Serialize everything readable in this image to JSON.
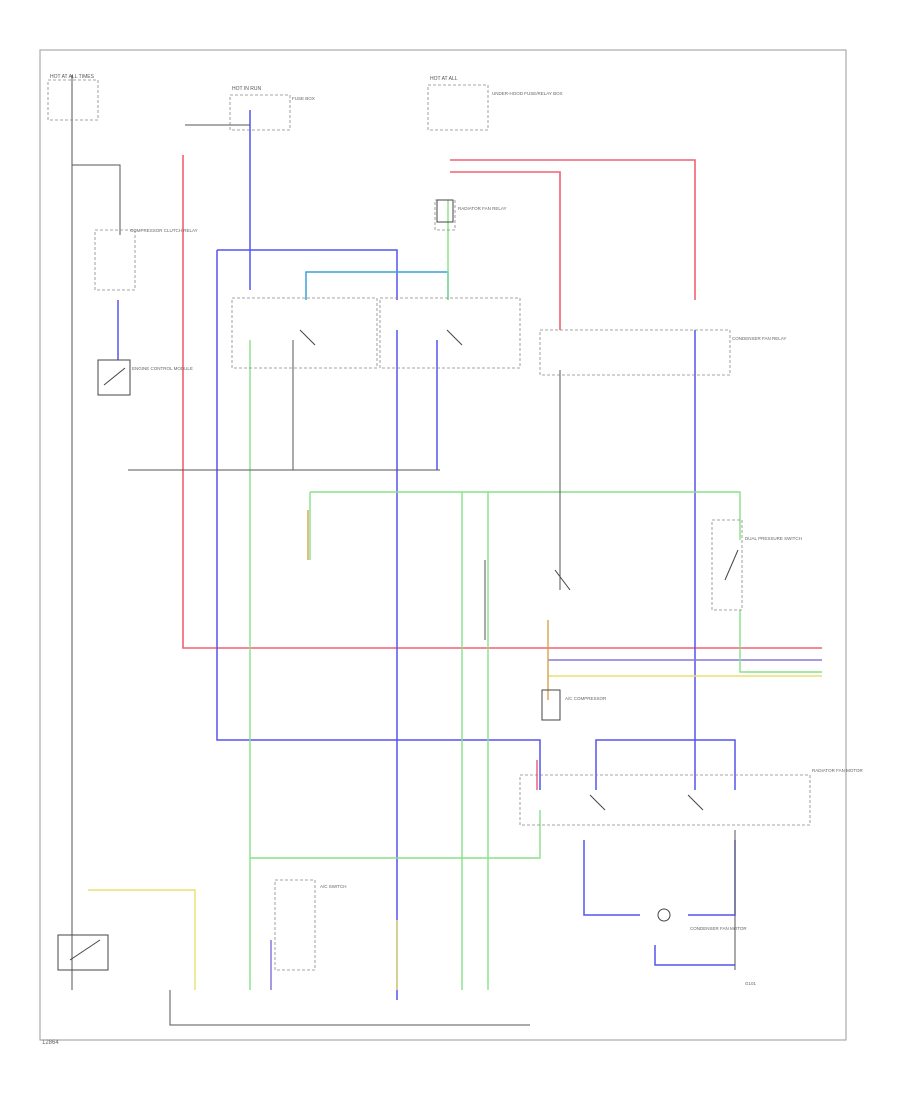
{
  "colors": {
    "frame": "#9a9a9a",
    "black_wire": "#444444",
    "dashed": "#777777",
    "red_wire": "#f06070",
    "pink_wire": "#e05a7a",
    "blue_wire": "#5555ee",
    "light_blue_wire": "#3aa0d8",
    "green_wire": "#88e088",
    "yellow_wire": "#e8e070",
    "orange_wire": "#d8a24a",
    "violet_wire": "#8a78d8"
  },
  "labels": {
    "hot_at_all_times_left": "HOT AT ALL TIMES",
    "hot_in_run": "HOT IN RUN",
    "hot_at_all_times_top": "HOT AT ALL",
    "fuse_box_1": "FUSE BOX",
    "fuse_box_2": "UNDER-HOOD FUSE/RELAY BOX",
    "compressor_clutch_relay": "COMPRESSOR CLUTCH RELAY",
    "fan_control_relay": "CONDENSER FAN RELAY",
    "radiator_fan_relay": "RADIATOR FAN RELAY",
    "engine_ecm": "ENGINE CONTROL MODULE",
    "dual_pressure_switch": "DUAL PRESSURE SWITCH",
    "ac_compressor": "A/C COMPRESSOR",
    "radiator_fan_motor": "RADIATOR FAN MOTOR",
    "condenser_fan_motor": "CONDENSER FAN MOTOR",
    "ac_switch": "A/C SWITCH",
    "g101": "G101",
    "footer": "12864"
  }
}
